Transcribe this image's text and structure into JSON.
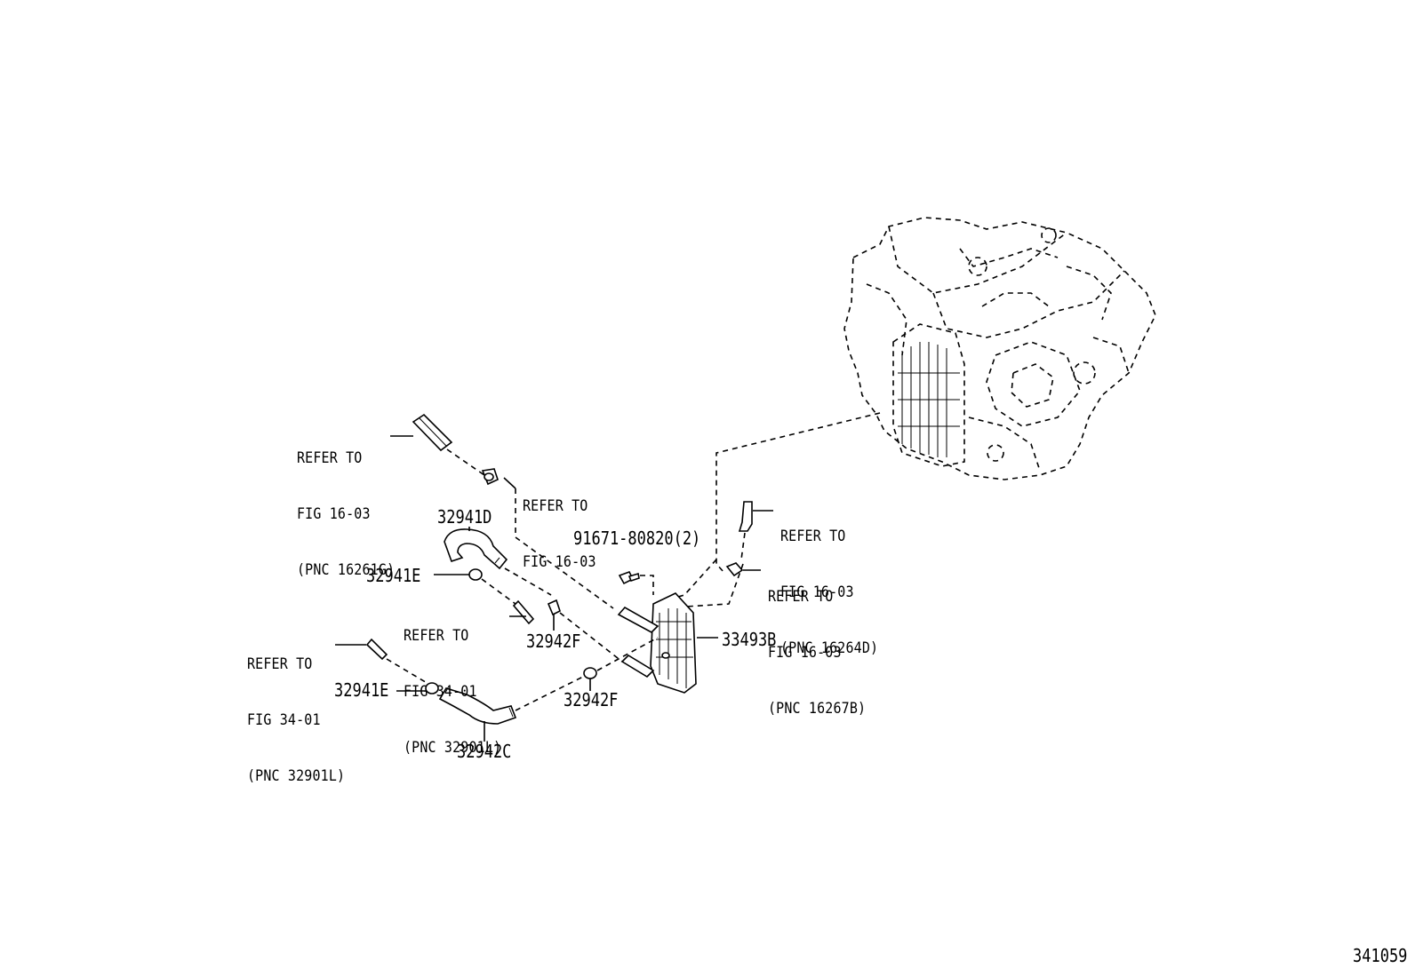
{
  "refs": {
    "hose_upper_left": [
      "REFER TO",
      "FIG 16-03",
      "(PNC 16261G)"
    ],
    "clamp_upper": [
      "REFER TO",
      "FIG 16-03"
    ],
    "hose_upper_right": [
      "REFER TO",
      "FIG 16-03",
      "(PNC 16264D)"
    ],
    "clamp_right": [
      "REFER TO",
      "FIG 16-03",
      "(PNC 16267B)"
    ],
    "pipe_middle": [
      "REFER TO",
      "FIG 34-01",
      "(PNC 32901L)"
    ],
    "pipe_lower": [
      "REFER TO",
      "FIG 34-01",
      "(PNC 32901L)"
    ]
  },
  "parts": {
    "hose_upper": "32941D",
    "clamp_upper": "32941E",
    "clamp_mid": "32942F",
    "bolt": "91671-80820(2)",
    "cooler": "33493B",
    "clamp_low_right": "32942F",
    "clamp_lower": "32941E",
    "hose_lower": "32942C"
  },
  "figure_id": "341059"
}
